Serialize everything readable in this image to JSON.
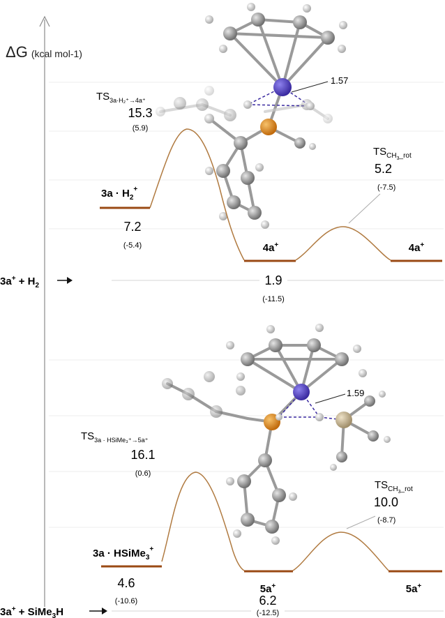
{
  "axis": {
    "label_symbol": "ΔG",
    "label_unit": "(kcal mol-1)"
  },
  "colors": {
    "level": "#9a4a14",
    "curve": "#b07a40",
    "grid": "#d8d8d8",
    "axis": "#888888",
    "text": "#222222",
    "phosphorus": "#e08a1e",
    "metal": "#5a47c8",
    "silicon": "#c9b796",
    "carbon": "#8d8d8d",
    "hydrogen": "#d4d4d4"
  },
  "panel1": {
    "reference": {
      "base": "3a",
      "sup": "+",
      "rest": " + H",
      "sub": "2"
    },
    "reactant_complex": {
      "base": "3a · H",
      "sub": "2",
      "sup": "+",
      "value": "7.2",
      "paren": "(-5.4)"
    },
    "ts1": {
      "prefix": "TS",
      "sub": "3a·H₂⁺→4a⁺",
      "value": "15.3",
      "paren": "(5.9)"
    },
    "product1": {
      "base": "4a",
      "sup": "+"
    },
    "product_value": "1.9",
    "product_paren": "(-11.5)",
    "ts2": {
      "prefix": "TS",
      "sub1": "CH",
      "sub2": "3",
      "sub3": "_rot",
      "value": "5.2",
      "paren": "(-7.5)"
    },
    "product2": {
      "base": "4a",
      "sup": "+"
    },
    "distance": "1.57"
  },
  "panel2": {
    "reference": {
      "base": "3a",
      "sup": "+",
      "rest": " + SiMe",
      "sub": "3",
      "rest2": "H"
    },
    "reactant_complex": {
      "base": "3a · HSiMe",
      "sub": "3",
      "sup": "+",
      "value": "4.6",
      "paren": "(-10.6)"
    },
    "ts1": {
      "prefix": "TS",
      "sub": "3a · HSiMe₃⁺→5a⁺",
      "value": "16.1",
      "paren": "(0.6)"
    },
    "product1": {
      "base": "5a",
      "sup": "+"
    },
    "product_value": "6.2",
    "product_paren": "(-12.5)",
    "ts2": {
      "prefix": "TS",
      "sub1": "CH",
      "sub2": "3",
      "sub3": "_rot",
      "value": "10.0",
      "paren": "(-8.7)"
    },
    "product2": {
      "base": "5a",
      "sup": "+"
    },
    "distance": "1.59"
  }
}
